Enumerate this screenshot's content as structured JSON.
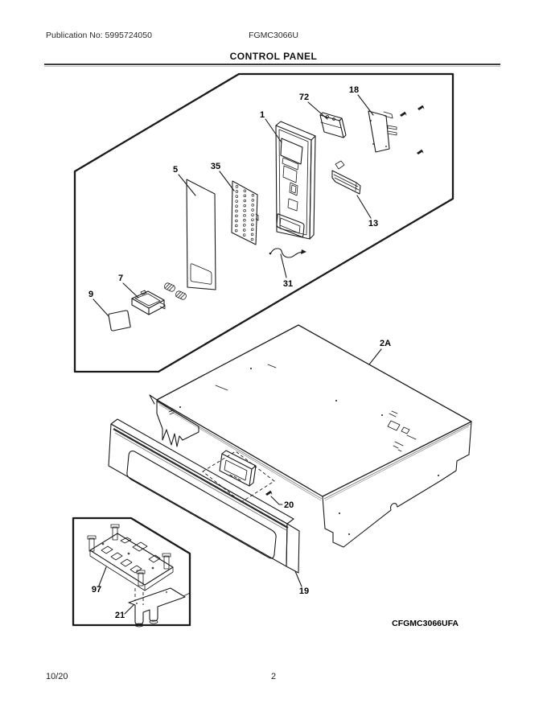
{
  "header": {
    "publication_no": "Publication No: 5995724050",
    "model": "FGMC3066U",
    "section_title": "CONTROL PANEL"
  },
  "diagram": {
    "drawing_code": "CFGMC3066UFA",
    "callouts": [
      {
        "label": "1"
      },
      {
        "label": "72"
      },
      {
        "label": "18"
      },
      {
        "label": "5"
      },
      {
        "label": "35"
      },
      {
        "label": "13"
      },
      {
        "label": "31"
      },
      {
        "label": "7"
      },
      {
        "label": "9"
      },
      {
        "label": "2A"
      },
      {
        "label": "20"
      },
      {
        "label": "19"
      },
      {
        "label": "97"
      },
      {
        "label": "21"
      }
    ]
  },
  "footer": {
    "date_code": "10/20",
    "page_number": "2"
  }
}
